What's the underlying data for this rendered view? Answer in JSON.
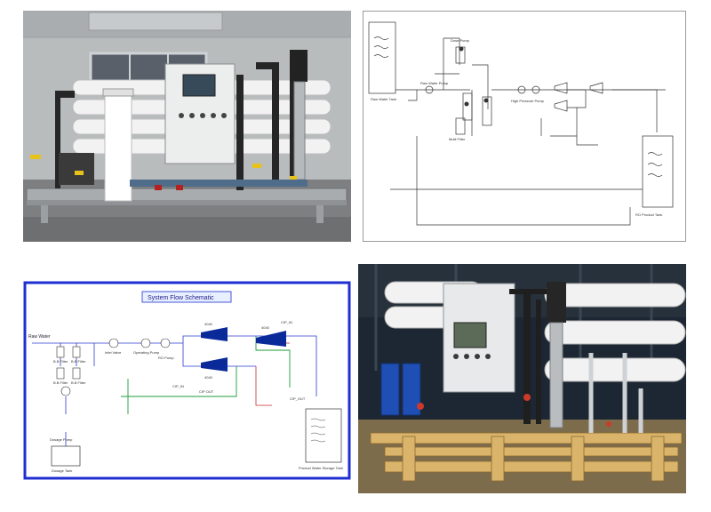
{
  "panels": {
    "top_left_photo": {
      "kind": "photo",
      "subject": "industrial-ro-skid-grey-wall"
    },
    "top_right_schematic": {
      "labels": {
        "raw_tank": "Raw Water Tank",
        "pump": "Raw Water Pump",
        "filter": "Multi Filter",
        "dosing": "Dose Pump",
        "hp_pump": "High Pressure Pump",
        "product_tank": "RO Product Tank"
      }
    },
    "bottom_left_schematic": {
      "title": "System Flow Schematic",
      "labels": {
        "raw_water": "Raw Water",
        "bb_filter_1": "B.B Filter",
        "bb_filter_2": "B.B Filter",
        "bb_filter_3": "B.B Filter",
        "bb_filter_4": "B.B Filter",
        "inlet_valve": "Inlet Valve",
        "operating_pump": "Operating Pump",
        "ro_pump": "RO Pump",
        "membrane_top": "4040",
        "membrane_mid": "4040",
        "membrane_right": "4040",
        "cip_in": "CIP_IN",
        "cip_in_lower": "CIP_IN",
        "cip_out": "CIP_OUT",
        "cip_out_lower": "CIP OUT",
        "dosage_pump": "Dosage Pump",
        "dosage_tank": "Dosage Tank",
        "product_tank": "Product Water Storage Tank"
      }
    },
    "bottom_right_photo": {
      "kind": "photo",
      "subject": "ro-skid-on-wooden-pallet"
    }
  }
}
